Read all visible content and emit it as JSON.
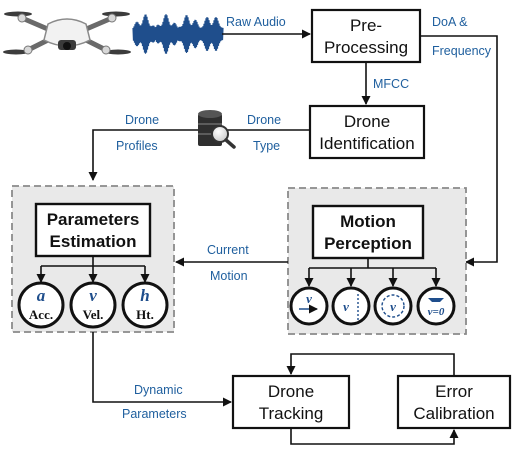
{
  "nodes": {
    "preprocessing": {
      "line1": "Pre-",
      "line2": "Processing"
    },
    "identification": {
      "line1": "Drone",
      "line2": "Identification"
    },
    "parameters": {
      "line1": "Parameters",
      "line2": "Estimation"
    },
    "motion": {
      "line1": "Motion",
      "line2": "Perception"
    },
    "tracking": {
      "line1": "Drone",
      "line2": "Tracking"
    },
    "calibration": {
      "line1": "Error",
      "line2": "Calibration"
    }
  },
  "edges": {
    "raw_audio": "Raw Audio",
    "doa_line1": "DoA &",
    "doa_line2": "Frequency",
    "mfcc": "MFCC",
    "drone_type_line1": "Drone",
    "drone_type_line2": "Type",
    "profiles_line1": "Drone",
    "profiles_line2": "Profiles",
    "current_line1": "Current",
    "current_line2": "Motion",
    "dynamic_line1": "Dynamic",
    "dynamic_line2": "Parameters"
  },
  "parameters": [
    {
      "symbol": "a",
      "abbr": "Acc."
    },
    {
      "symbol": "v",
      "abbr": "Vel."
    },
    {
      "symbol": "h",
      "abbr": "Ht."
    }
  ],
  "motion_states": [
    {
      "symbol": "v"
    },
    {
      "symbol": "v"
    },
    {
      "symbol": "v"
    },
    {
      "symbol": "v=0"
    }
  ],
  "icons": [
    "drone-icon",
    "audio-waveform-icon",
    "database-search-icon"
  ],
  "colors": {
    "edge_label": "#1f5f9e",
    "symbol": "#1f4e8c",
    "panel": "#e9e9e9",
    "panel_border": "#8a8a8a",
    "waveform": "#1f4e8c"
  }
}
